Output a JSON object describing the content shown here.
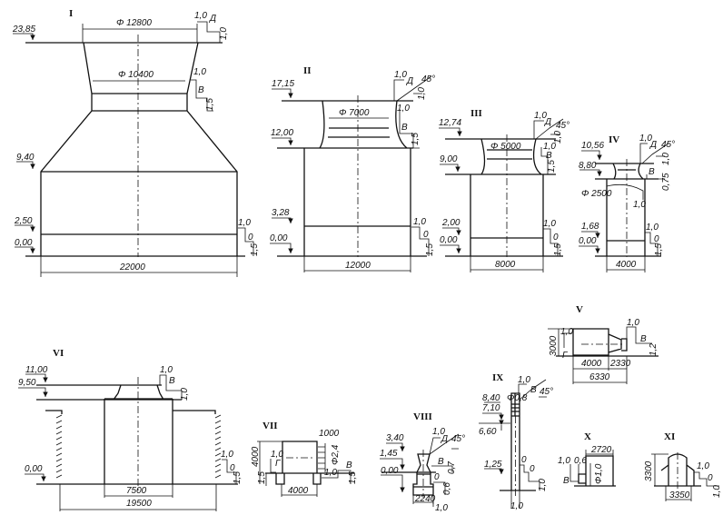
{
  "figures": {
    "I": {
      "label": "I",
      "diam_top": "Φ 12800",
      "diam_mid": "Φ 10400",
      "width": "22000",
      "elevations": [
        "23,85",
        "9,40",
        "2,50",
        "0,00"
      ],
      "notes": [
        "1,0",
        "Д",
        "1,0",
        "1,0",
        "В",
        "1,5",
        "1,0",
        "0",
        "1,5"
      ]
    },
    "II": {
      "label": "II",
      "diam": "Φ 7000",
      "width": "12000",
      "elevations": [
        "17,15",
        "12,00",
        "3,28",
        "0,00"
      ],
      "notes": [
        "1,0",
        "Д",
        "45°",
        "1,0",
        "1,0",
        "В",
        "1,5",
        "1,0",
        "0",
        "1,5"
      ]
    },
    "III": {
      "label": "III",
      "diam": "Φ 5000",
      "width": "8000",
      "elevations": [
        "12,74",
        "9,00",
        "2,00",
        "0,00"
      ],
      "notes": [
        "1,0",
        "Д",
        "45°",
        "1,0",
        "1,0",
        "В",
        "1,5",
        "1,0",
        "0",
        "1,5"
      ]
    },
    "IV": {
      "label": "IV",
      "diam": "Φ 2500",
      "width": "4000",
      "elevations": [
        "10,56",
        "8,80",
        "1,68",
        "0,00"
      ],
      "notes": [
        "1,0",
        "Д",
        "45°",
        "1,0",
        "В",
        "0,75",
        "1,0",
        "1,0",
        "0",
        "1,5"
      ]
    },
    "V": {
      "label": "V",
      "dims": [
        "3000",
        "4000",
        "2330",
        "6330"
      ],
      "notes": [
        "1,0",
        "Г",
        "1,0",
        "В",
        "1,2"
      ]
    },
    "VI": {
      "label": "VI",
      "dims": [
        "7500",
        "19500"
      ],
      "elevations": [
        "11,00",
        "9,50",
        "0,00"
      ],
      "notes": [
        "1,0",
        "В",
        "1,0",
        "1,0",
        "0",
        "1,5"
      ]
    },
    "VII": {
      "label": "VII",
      "dims": [
        "1000",
        "4000",
        "4000",
        "1,5",
        "Φ2,4"
      ],
      "notes": [
        "1,0",
        "Г",
        "1,0",
        "В",
        "1,5"
      ]
    },
    "VIII": {
      "label": "VIII",
      "dims": [
        "2240"
      ],
      "elevations": [
        "3,40",
        "1,45",
        "0,00"
      ],
      "notes": [
        "1,0",
        "Д",
        "45°",
        "В",
        "0,7",
        "0",
        "0,6",
        "1,0"
      ]
    },
    "IX": {
      "label": "IX",
      "diam": "Φ0,8",
      "elevations": [
        "8,40",
        "7,10",
        "6,60",
        "1,25"
      ],
      "notes": [
        "1,0",
        "В",
        "45°",
        "0",
        "0",
        "1,0",
        "1,0"
      ]
    },
    "X": {
      "label": "X",
      "dims": [
        "2720",
        "Φ1,0"
      ],
      "notes": [
        "1,0",
        "0,6",
        "В"
      ]
    },
    "XI": {
      "label": "XI",
      "dims": [
        "3300",
        "3350"
      ],
      "notes": [
        "1,0",
        "0",
        "1,0"
      ]
    }
  }
}
